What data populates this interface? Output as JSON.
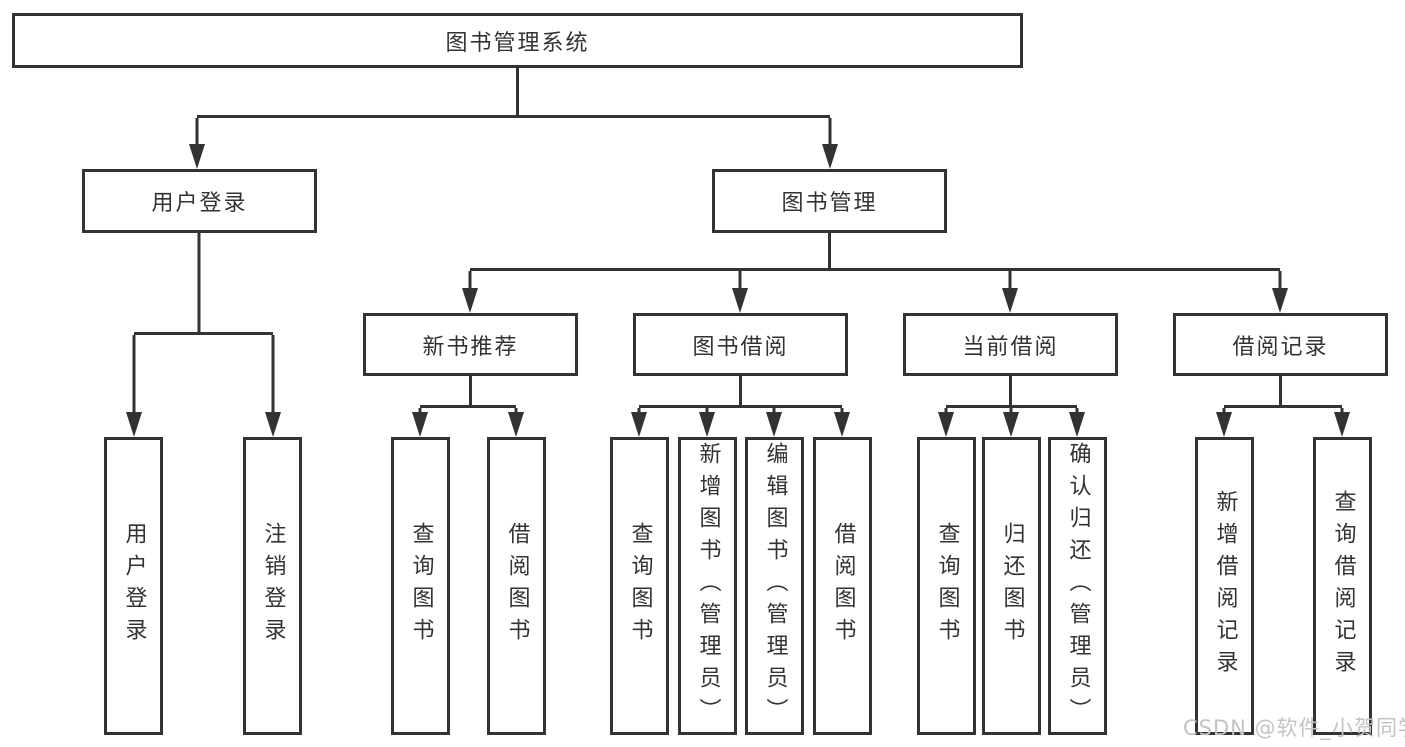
{
  "diagram": {
    "title": "图书管理系统",
    "watermark": "CSDN @软件_小贺同学",
    "colors": {
      "line": "#333333",
      "box_border": "#333333",
      "box_background": "#ffffff",
      "text": "#333333",
      "watermark": "#c3c3c3"
    },
    "tree": {
      "root": {
        "label": "图书管理系统"
      },
      "children": [
        {
          "label": "用户登录",
          "children": [
            {
              "label": "用户登录"
            },
            {
              "label": "注销登录"
            }
          ]
        },
        {
          "label": "图书管理",
          "children": [
            {
              "label": "新书推荐",
              "children": [
                {
                  "label": "查询图书"
                },
                {
                  "label": "借阅图书"
                }
              ]
            },
            {
              "label": "图书借阅",
              "children": [
                {
                  "label": "查询图书"
                },
                {
                  "label": "新增图书（管理员）"
                },
                {
                  "label": "编辑图书（管理员）"
                },
                {
                  "label": "借阅图书"
                }
              ]
            },
            {
              "label": "当前借阅",
              "children": [
                {
                  "label": "查询图书"
                },
                {
                  "label": "归还图书"
                },
                {
                  "label": "确认归还（管理员）"
                }
              ]
            },
            {
              "label": "借阅记录",
              "children": [
                {
                  "label": "新增借阅记录"
                },
                {
                  "label": "查询借阅记录"
                }
              ]
            }
          ]
        }
      ]
    }
  }
}
